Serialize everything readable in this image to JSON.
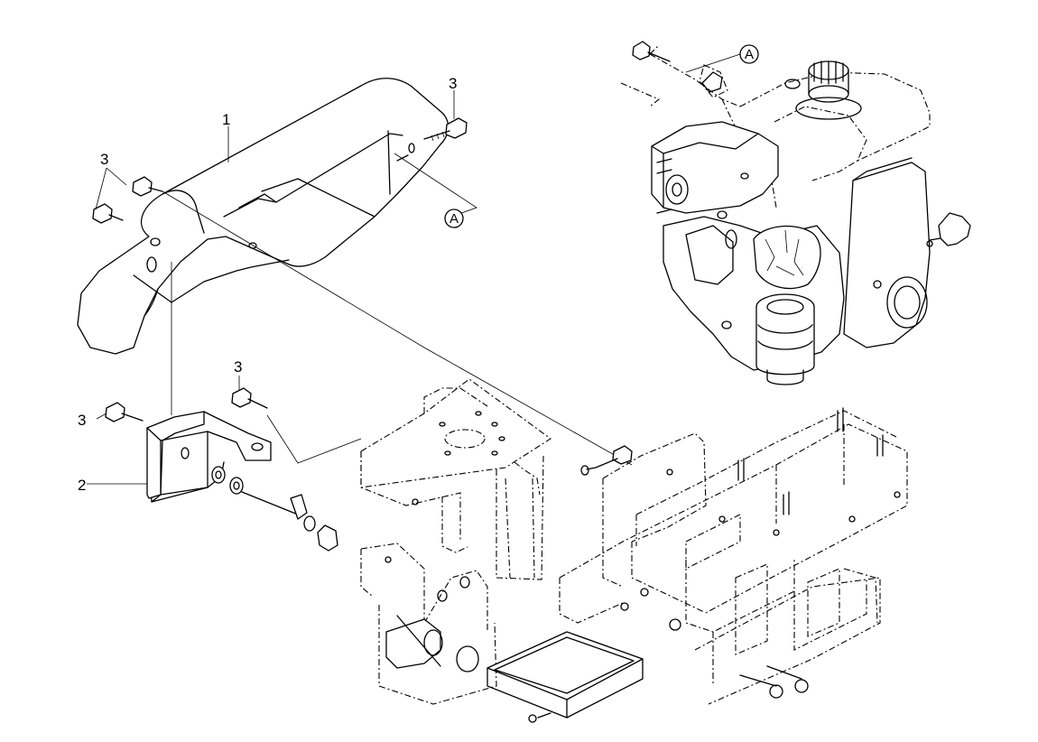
{
  "callouts": {
    "part1": "1",
    "part2": "2",
    "part3_a": "3",
    "part3_b": "3",
    "part3_c": "3",
    "part3_d": "3"
  },
  "refs": {
    "ref_a_left": "A",
    "ref_a_right": "A"
  }
}
